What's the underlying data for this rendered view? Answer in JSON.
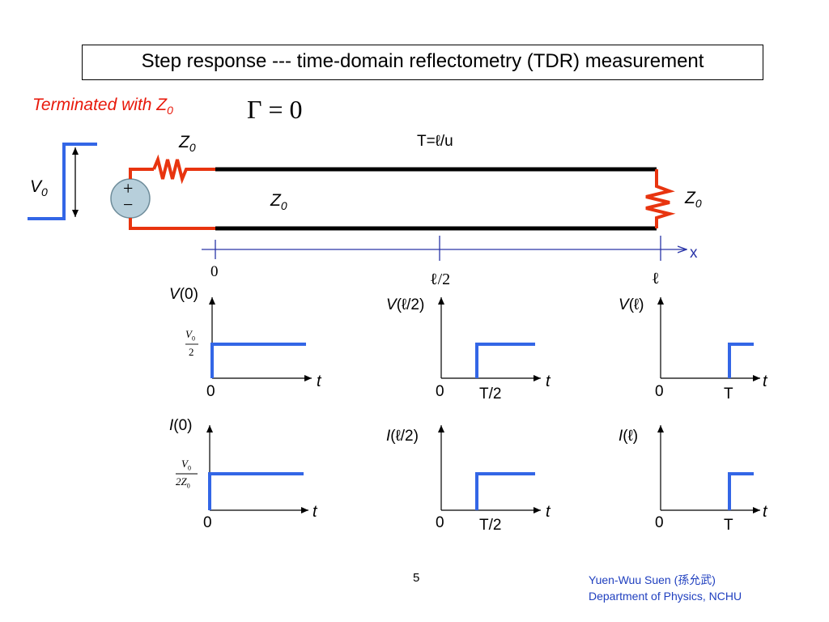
{
  "title": "Step response --- time-domain reflectometry (TDR) measurement",
  "condition": {
    "text": "Terminated with Z",
    "sub": "0"
  },
  "gamma": "Γ = 0",
  "circuit": {
    "source_impedance": "Z",
    "line_impedance": "Z",
    "load_impedance": "Z",
    "impedance_sub": "0",
    "source_voltage": "V",
    "source_voltage_sub": "0",
    "delay_label": "T=ℓ/u",
    "source_plus": "+",
    "source_minus": "−"
  },
  "axis": {
    "x_label": "x",
    "ticks": [
      "0",
      "ℓ/2",
      "ℓ"
    ]
  },
  "plots": {
    "v0": {
      "ylabel_var": "V",
      "ylabel_arg": "(0)",
      "level_num": "V",
      "level_num_sub": "0",
      "level_den": "2",
      "t_label": "t",
      "origin": "0"
    },
    "vhalf": {
      "ylabel_var": "V",
      "ylabel_arg": "(ℓ/2)",
      "t_label": "t",
      "origin": "0",
      "step_label": "T/2"
    },
    "vl": {
      "ylabel_var": "V",
      "ylabel_arg": "(ℓ)",
      "t_label": "t",
      "origin": "0",
      "step_label": "T"
    },
    "i0": {
      "ylabel_var": "I",
      "ylabel_arg": "(0)",
      "level_num": "V",
      "level_num_sub": "0",
      "level_den": "2Z",
      "level_den_sub": "0",
      "t_label": "t",
      "origin": "0"
    },
    "ihalf": {
      "ylabel_var": "I",
      "ylabel_arg": "(ℓ/2)",
      "t_label": "t",
      "origin": "0",
      "step_label": "T/2"
    },
    "il": {
      "ylabel_var": "I",
      "ylabel_arg": "(ℓ)",
      "t_label": "t",
      "origin": "0",
      "step_label": "T"
    }
  },
  "footer": {
    "page_number": "5",
    "author": "Yuen-Wuu Suen (孫允武)",
    "department": "Department of Physics, NCHU"
  },
  "colors": {
    "wire_red": "#e8340f",
    "step_blue": "#3366e6",
    "axis_blue": "#2a35a8",
    "title_red": "#e8190b"
  }
}
